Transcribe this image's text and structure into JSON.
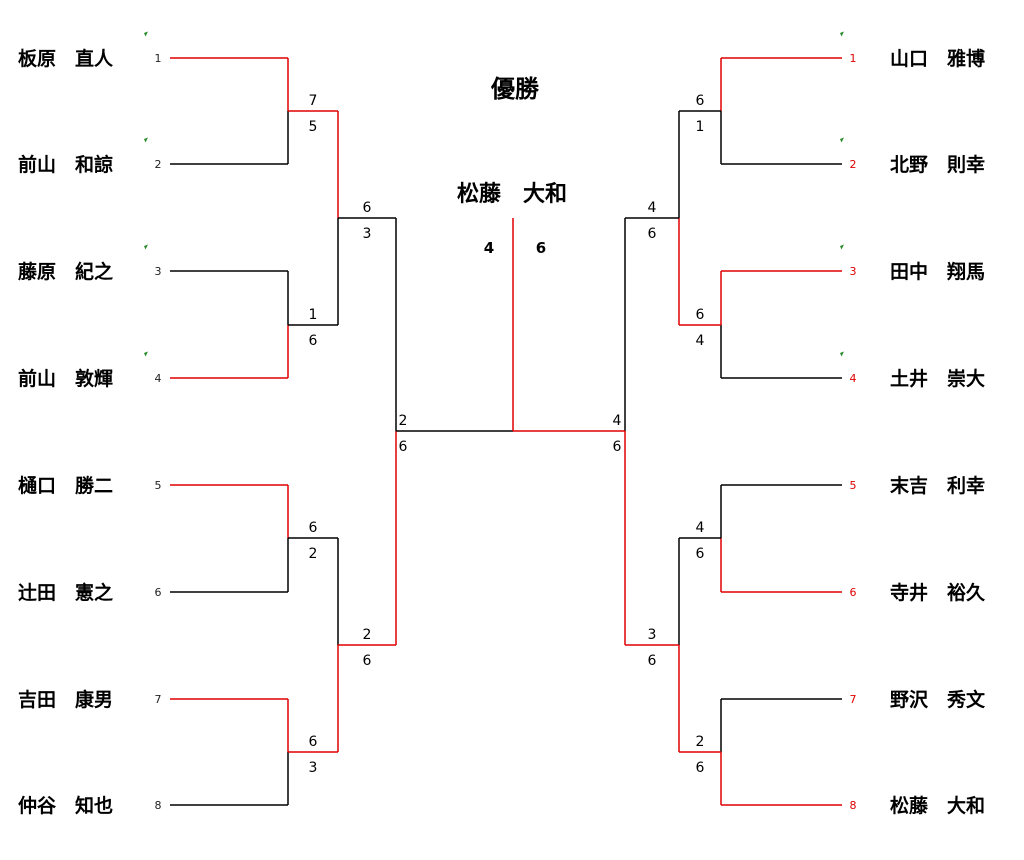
{
  "title": "優勝",
  "champion": {
    "name": "松藤　大和",
    "final_left_score": "4",
    "final_right_score": "6"
  },
  "colors": {
    "winner_line": "#e00000",
    "loser_line": "#000000",
    "marker": "#2a8a2a"
  },
  "left": {
    "players": [
      {
        "name": "板原　直人",
        "seed": "1",
        "marker": true
      },
      {
        "name": "前山　和諒",
        "seed": "2",
        "marker": true
      },
      {
        "name": "藤原　紀之",
        "seed": "3",
        "marker": true
      },
      {
        "name": "前山　敦輝",
        "seed": "4",
        "marker": true
      },
      {
        "name": "樋口　勝二",
        "seed": "5",
        "marker": false
      },
      {
        "name": "辻田　憲之",
        "seed": "6",
        "marker": false
      },
      {
        "name": "吉田　康男",
        "seed": "7",
        "marker": false
      },
      {
        "name": "仲谷　知也",
        "seed": "8",
        "marker": false
      }
    ],
    "round1": [
      {
        "top": "7",
        "bottom": "5",
        "winner": "top"
      },
      {
        "top": "1",
        "bottom": "6",
        "winner": "bottom"
      },
      {
        "top": "6",
        "bottom": "2",
        "winner": "top"
      },
      {
        "top": "6",
        "bottom": "3",
        "winner": "top"
      }
    ],
    "round2": [
      {
        "top": "6",
        "bottom": "3",
        "winner": "top"
      },
      {
        "top": "2",
        "bottom": "6",
        "winner": "bottom"
      }
    ],
    "semi": {
      "top": "2",
      "bottom": "6",
      "winner": "bottom"
    }
  },
  "right": {
    "players": [
      {
        "name": "山口　雅博",
        "seed": "1",
        "marker": true
      },
      {
        "name": "北野　則幸",
        "seed": "2",
        "marker": true
      },
      {
        "name": "田中　翔馬",
        "seed": "3",
        "marker": true
      },
      {
        "name": "土井　崇大",
        "seed": "4",
        "marker": true
      },
      {
        "name": "末吉　利幸",
        "seed": "5",
        "marker": false
      },
      {
        "name": "寺井　裕久",
        "seed": "6",
        "marker": false
      },
      {
        "name": "野沢　秀文",
        "seed": "7",
        "marker": false
      },
      {
        "name": "松藤　大和",
        "seed": "8",
        "marker": false
      }
    ],
    "round1": [
      {
        "top": "6",
        "bottom": "1",
        "winner": "top"
      },
      {
        "top": "6",
        "bottom": "4",
        "winner": "top"
      },
      {
        "top": "4",
        "bottom": "6",
        "winner": "bottom"
      },
      {
        "top": "2",
        "bottom": "6",
        "winner": "bottom"
      }
    ],
    "round2": [
      {
        "top": "4",
        "bottom": "6",
        "winner": "bottom"
      },
      {
        "top": "3",
        "bottom": "6",
        "winner": "bottom"
      }
    ],
    "semi": {
      "top": "4",
      "bottom": "6",
      "winner": "bottom"
    }
  }
}
